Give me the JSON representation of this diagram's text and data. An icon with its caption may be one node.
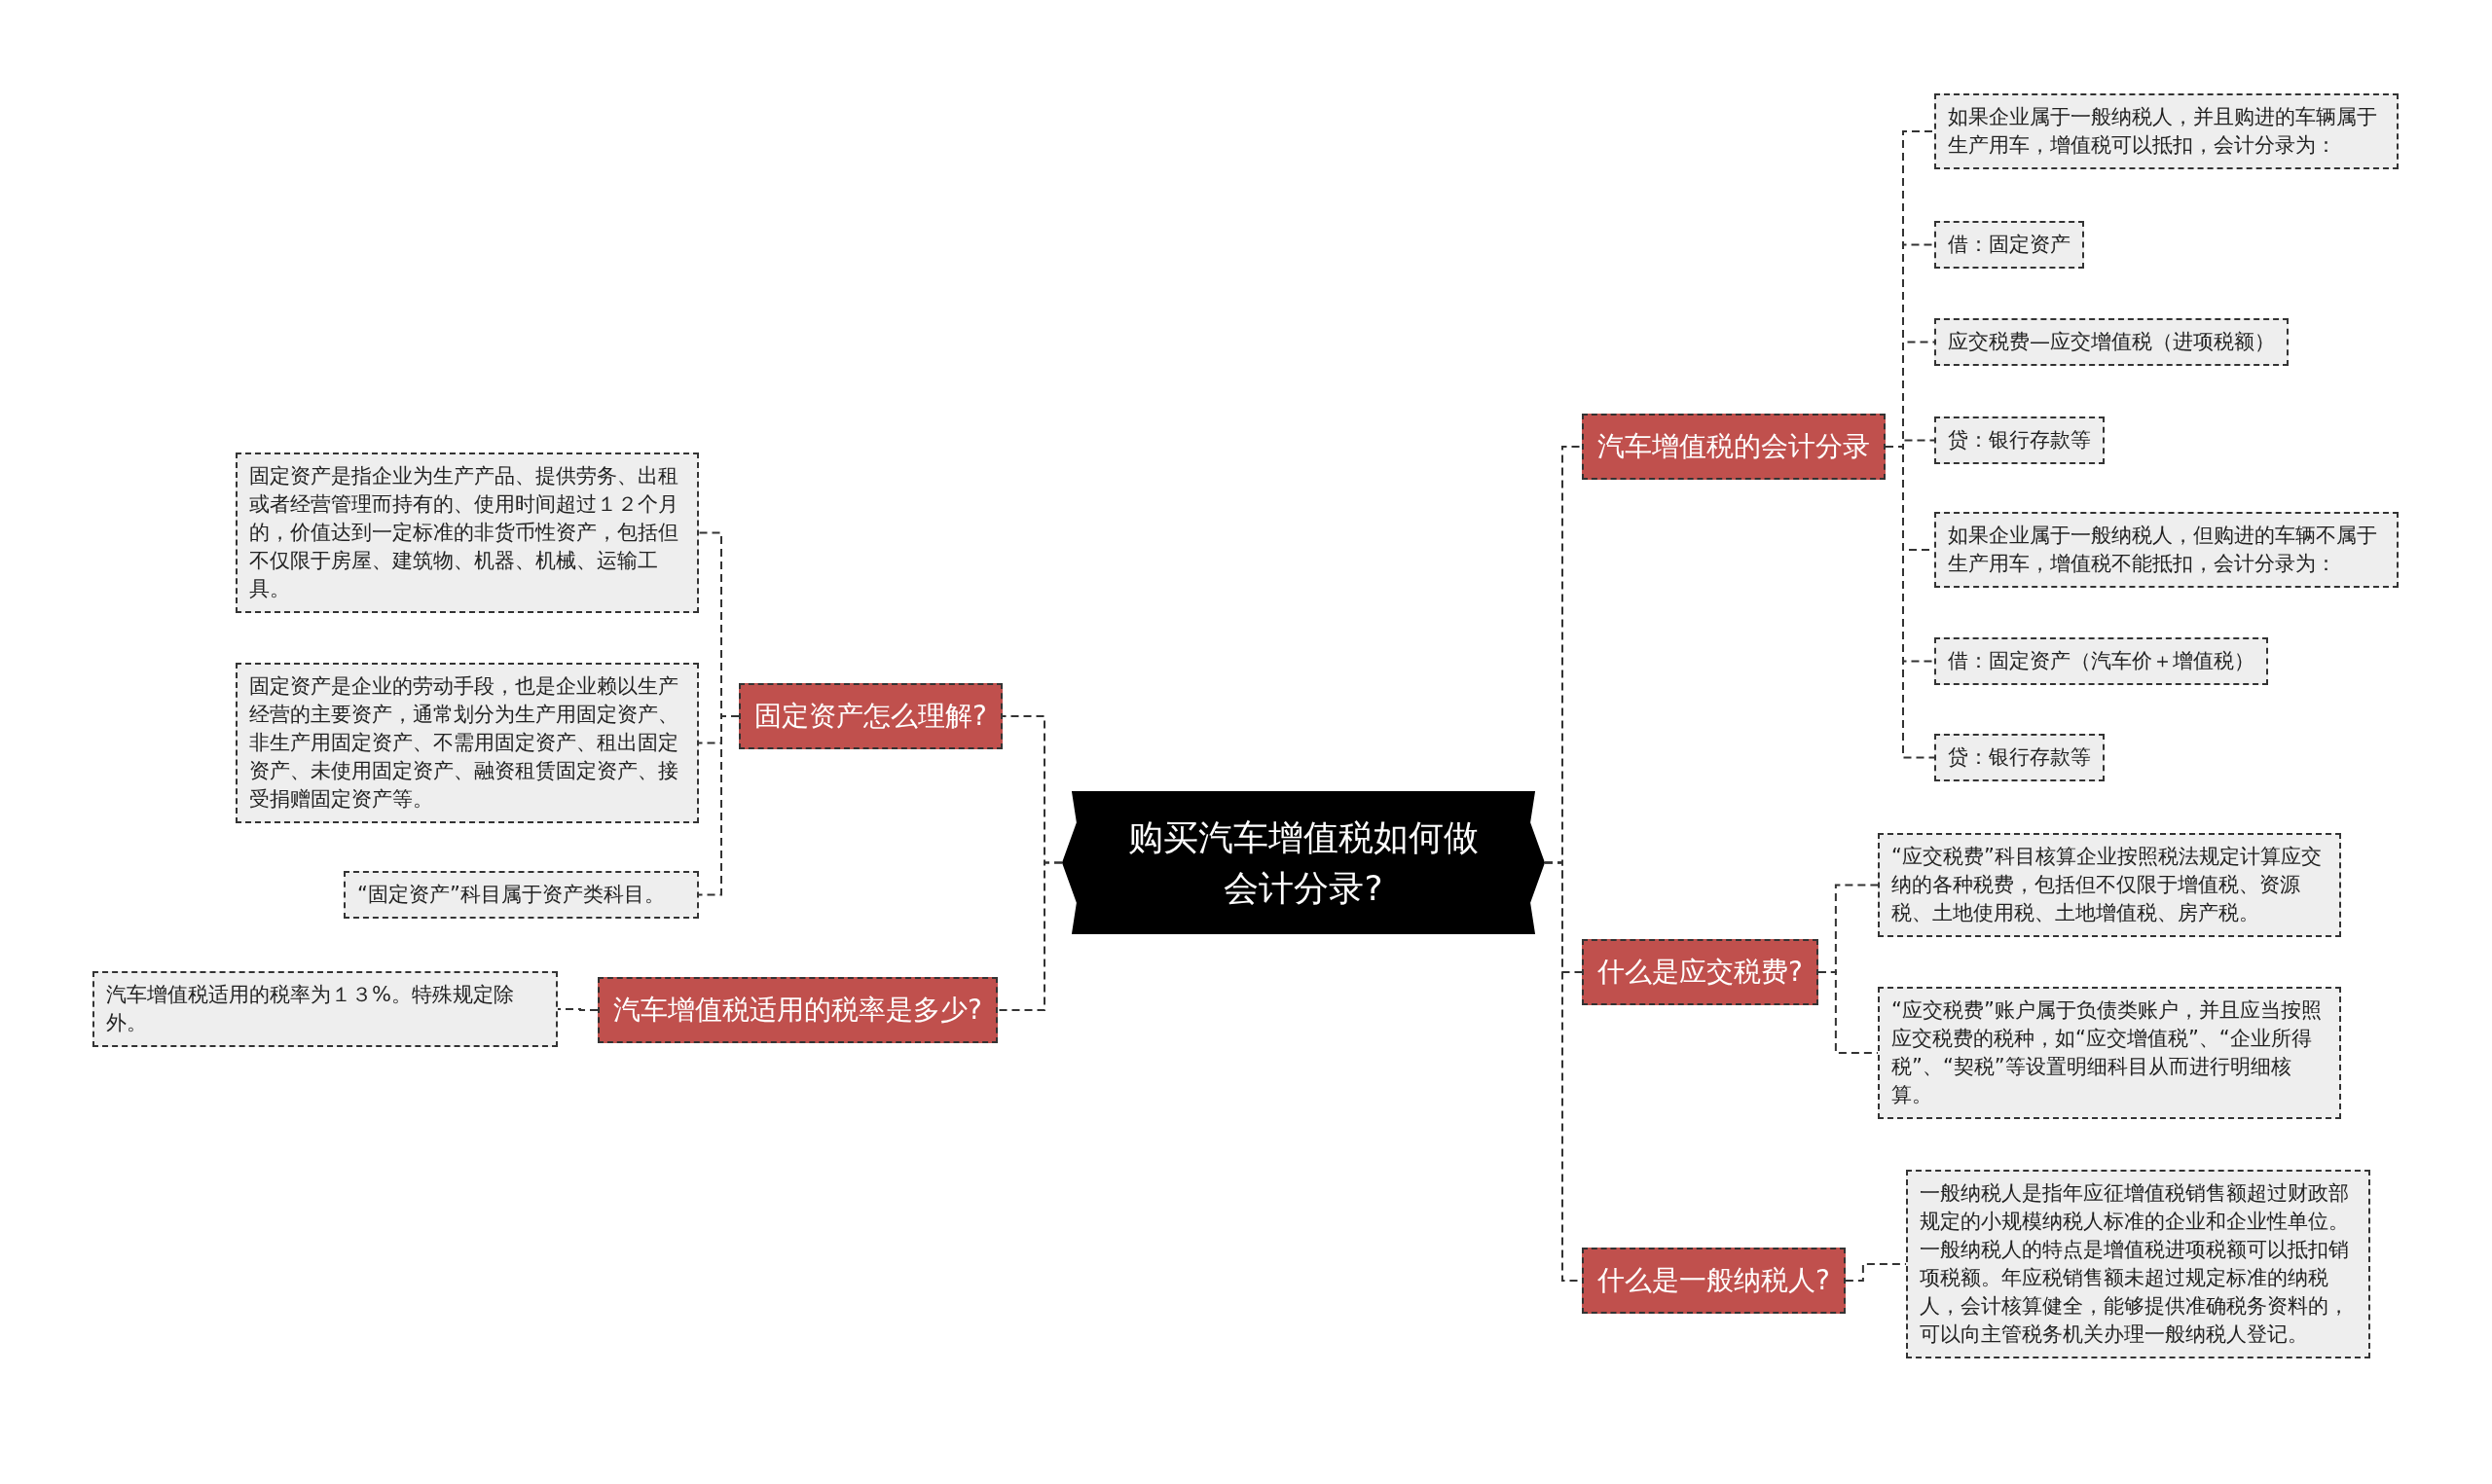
{
  "diagram": {
    "nodes": [
      {
        "text": [
          "购买汽车增值税如何做会计分录?"
        ]
      },
      {
        "text": [
          "固定资产怎么理解?"
        ]
      },
      {
        "text": [
          "固定资产是指企业为生产产品、提供劳务、出租或者经营管理而持有的、使用时间超过１２个月的，价值达到一定标准的非货币性资产，包括但不仅限于房屋、建筑物、机器、机械、运输工具。"
        ]
      },
      {
        "text": [
          "固定资产是企业的劳动手段，也是企业赖以生产经营的主要资产，通常划分为生产用固定资产、非生产用固定资产、不需用固定资产、租出固定资产、未使用固定资产、融资租赁固定资产、接受捐赠固定资产等。"
        ]
      },
      {
        "text": [
          "“固定资产”科目属于资产类科目。"
        ]
      },
      {
        "text": [
          "汽车增值税适用的税率是多少?"
        ]
      },
      {
        "text": [
          "汽车增值税适用的税率为１３%。特殊规定除外。"
        ]
      },
      {
        "text": [
          "汽车增值税的会计分录"
        ]
      },
      {
        "text": [
          "如果企业属于一般纳税人，并且购进的车辆属于生产用车，增值税可以抵扣，会计分录为："
        ]
      },
      {
        "text": [
          "借：固定资产"
        ]
      },
      {
        "text": [
          "应交税费—应交增值税（进项税额）"
        ]
      },
      {
        "text": [
          "贷：银行存款等"
        ]
      },
      {
        "text": [
          "如果企业属于一般纳税人，但购进的车辆不属于生产用车，增值税不能抵扣，会计分录为："
        ]
      },
      {
        "text": [
          "借：固定资产（汽车价＋增值税）"
        ]
      },
      {
        "text": [
          "贷：银行存款等"
        ]
      },
      {
        "text": [
          "什么是应交税费?"
        ]
      },
      {
        "text": [
          "“应交税费”科目核算企业按照税法规定计算应交纳的各种税费，包括但不仅限于增值税、资源税、土地使用税、土地增值税、房产税。"
        ]
      },
      {
        "text": [
          "“应交税费”账户属于负债类账户，并且应当按照应交税费的税种，如“应交增值税”、“企业所得税”、“契税”等设置明细科目从而进行明细核算。"
        ]
      },
      {
        "text": [
          "什么是一般纳税人?"
        ]
      },
      {
        "text": [
          "一般纳税人是指年应征增值税销售额超过财政部规定的小规模纳税人标准的企业和企业性单位。一般纳税人的特点是增值税进项税额可以抵扣销项税额。年应税销售额未超过规定标准的纳税人，会计核算健全，能够提供准确税务资料的，可以向主管税务机关办理一般纳税人登记。"
        ]
      }
    ],
    "edges": [
      {
        "from": 0,
        "to": 1,
        "arrow": "none"
      },
      {
        "from": 0,
        "to": 5,
        "arrow": "none"
      },
      {
        "from": 0,
        "to": 7,
        "arrow": "none"
      },
      {
        "from": 0,
        "to": 15,
        "arrow": "none"
      },
      {
        "from": 0,
        "to": 18,
        "arrow": "none"
      },
      {
        "from": 1,
        "to": 2,
        "arrow": "none"
      },
      {
        "from": 1,
        "to": 3,
        "arrow": "none"
      },
      {
        "from": 1,
        "to": 4,
        "arrow": "none"
      },
      {
        "from": 5,
        "to": 6,
        "arrow": "none"
      },
      {
        "from": 7,
        "to": 8,
        "arrow": "none"
      },
      {
        "from": 7,
        "to": 9,
        "arrow": "none"
      },
      {
        "from": 7,
        "to": 10,
        "arrow": "none"
      },
      {
        "from": 7,
        "to": 11,
        "arrow": "none"
      },
      {
        "from": 7,
        "to": 12,
        "arrow": "none"
      },
      {
        "from": 7,
        "to": 13,
        "arrow": "none"
      },
      {
        "from": 7,
        "to": 14,
        "arrow": "none"
      },
      {
        "from": 15,
        "to": 16,
        "arrow": "none"
      },
      {
        "from": 15,
        "to": 17,
        "arrow": "none"
      },
      {
        "from": 18,
        "to": 19,
        "arrow": "none"
      }
    ]
  }
}
